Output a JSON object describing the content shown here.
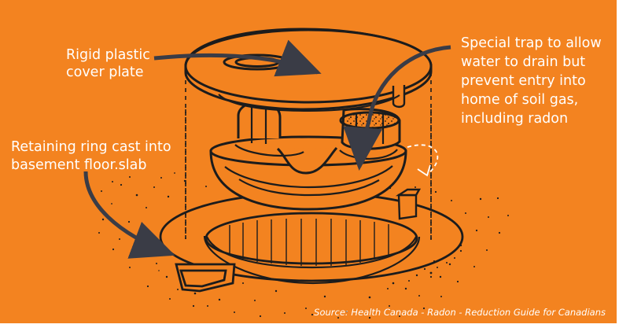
{
  "labels": {
    "cover_plate": [
      "Rigid plastic",
      "cover plate"
    ],
    "special_trap": [
      "Special trap to allow",
      "water to drain but",
      "prevent entry into",
      "home of soil gas,",
      "including radon"
    ],
    "retaining_ring": [
      "Retaining ring cast into",
      "basement floor.slab"
    ]
  },
  "source": "Source: Health Canada - Radon - Reduction Guide for Canadians",
  "colors": {
    "background": "#f38320",
    "text": "#ffffff",
    "ink": "#1c1c1c",
    "page": "#ffffff"
  }
}
